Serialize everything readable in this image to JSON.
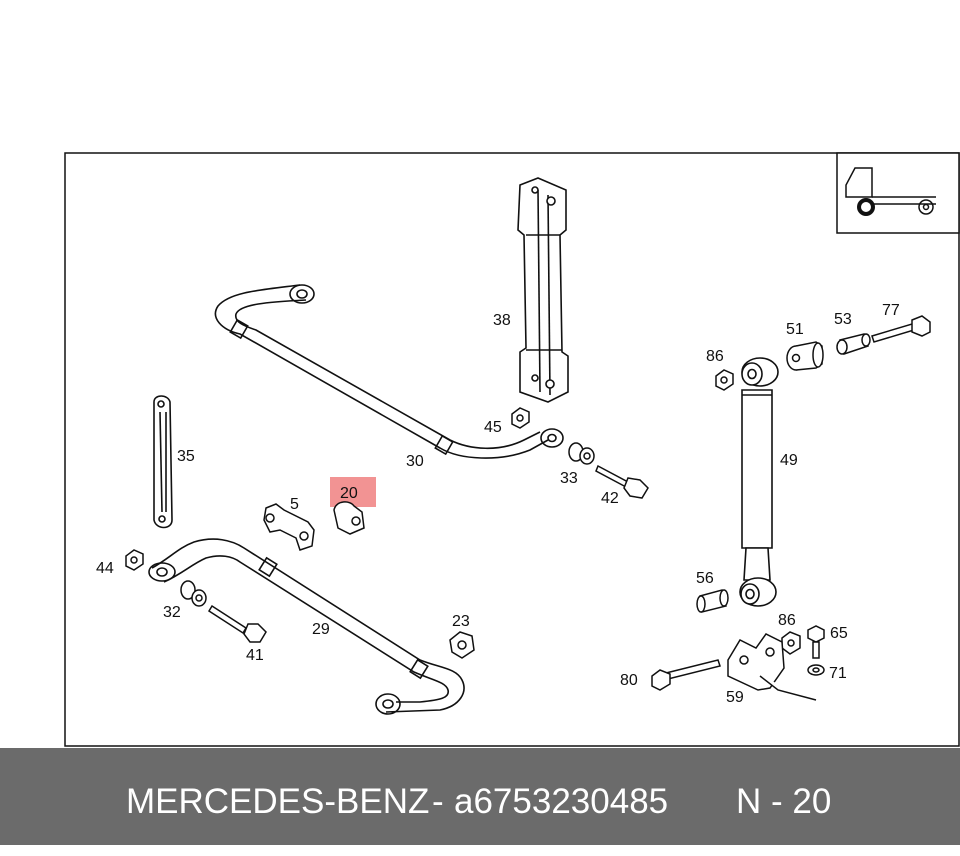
{
  "diagram": {
    "callouts": [
      {
        "id": "38",
        "label": "38"
      },
      {
        "id": "45",
        "label": "45"
      },
      {
        "id": "30",
        "label": "30"
      },
      {
        "id": "33",
        "label": "33"
      },
      {
        "id": "42",
        "label": "42"
      },
      {
        "id": "35",
        "label": "35"
      },
      {
        "id": "5",
        "label": "5"
      },
      {
        "id": "20",
        "label": "20"
      },
      {
        "id": "44",
        "label": "44"
      },
      {
        "id": "32",
        "label": "32"
      },
      {
        "id": "29",
        "label": "29"
      },
      {
        "id": "41",
        "label": "41"
      },
      {
        "id": "23",
        "label": "23"
      },
      {
        "id": "86a",
        "label": "86"
      },
      {
        "id": "51",
        "label": "51"
      },
      {
        "id": "53",
        "label": "53"
      },
      {
        "id": "77",
        "label": "77"
      },
      {
        "id": "49",
        "label": "49"
      },
      {
        "id": "56",
        "label": "56"
      },
      {
        "id": "86b",
        "label": "86"
      },
      {
        "id": "65",
        "label": "65"
      },
      {
        "id": "71",
        "label": "71"
      },
      {
        "id": "80",
        "label": "80"
      },
      {
        "id": "59",
        "label": "59"
      }
    ],
    "highlight_color": "#f08080"
  },
  "footer": {
    "brand": "MERCEDES-BENZ",
    "separator": "-",
    "part_number": "a6753230485",
    "position": "N - 20"
  }
}
